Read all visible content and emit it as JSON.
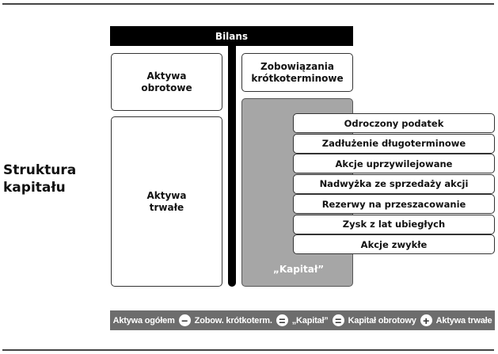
{
  "title": "Struktura kapitału",
  "title_lines": [
    "Struktura",
    "kapitału"
  ],
  "balance_sheet": {
    "header": "Bilans",
    "assets": {
      "current": "Aktywa obrotowe",
      "current_lines": [
        "Aktywa",
        "obrotowe"
      ],
      "fixed": "Aktywa trwałe",
      "fixed_lines": [
        "Aktywa",
        "trwałe"
      ]
    },
    "liabilities": {
      "short_term": "Zobowiązania krótkoterminowe",
      "short_term_lines": [
        "Zobowiązania",
        "krótkoterminowe"
      ],
      "capital_label": "„Kapitał”",
      "capital_items": [
        "Odroczony podatek",
        "Zadłużenie długoterminowe",
        "Akcje uprzywilejowane",
        "Nadwyżka ze sprzedaży akcji",
        "Rezerwy na przeszacowanie",
        "Zysk z lat ubiegłych",
        "Akcje zwykłe"
      ]
    }
  },
  "formula": {
    "terms": [
      "Aktywa ogółem",
      "Zobow. krótkoterm.",
      "„Kapitał”",
      "Kapitał obrotowy",
      "Aktywa trwałe"
    ],
    "operators": [
      "−",
      "=",
      "=",
      "+"
    ]
  },
  "colors": {
    "header_bg": "#000000",
    "capital_bg": "#a6a6a6",
    "formula_bg": "#6d6d6d"
  }
}
